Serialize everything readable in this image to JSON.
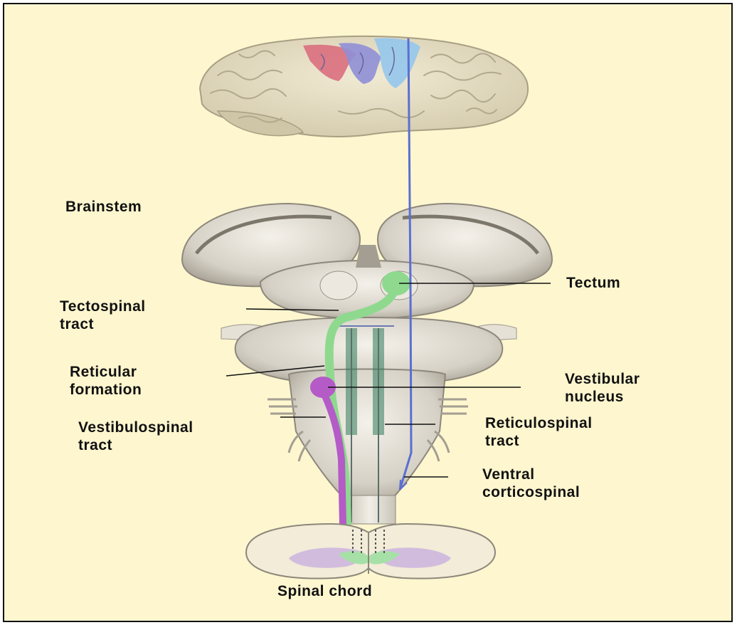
{
  "labels": {
    "brainstem": "Brainstem",
    "tectum": "Tectum",
    "tectospinal": [
      "Tectospinal",
      "tract"
    ],
    "reticular": [
      "Reticular",
      "formation"
    ],
    "vestibular_nucleus": [
      "Vestibular",
      "nucleus"
    ],
    "vestibulospinal": [
      "Vestibulospinal",
      "tract"
    ],
    "reticulospinal": [
      "Reticulospinal",
      "tract"
    ],
    "ventral_corticospinal": [
      "Ventral",
      "corticospinal"
    ],
    "spinal_chord": "Spinal chord"
  },
  "colors": {
    "background": "#fdf6cf",
    "tectospinal_tract": "#8fd98f",
    "vestibulospinal_tract": "#b45bc7",
    "corticospinal_tract": "#5a6fd1",
    "reticulospinal_tract": "#2e7a5a",
    "cortex_red": "#d9677a",
    "cortex_purple": "#8f8fd6",
    "cortex_blue": "#8fc6ee"
  }
}
